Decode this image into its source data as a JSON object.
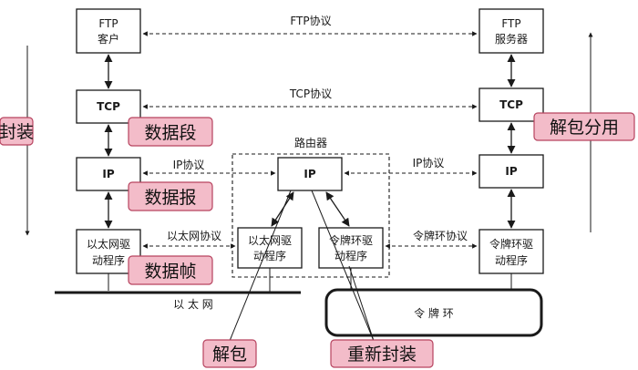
{
  "nodes": {
    "ftp_client": [
      "FTP",
      "客户"
    ],
    "ftp_server": [
      "FTP",
      "服务器"
    ],
    "tcp_left": "TCP",
    "tcp_right": "TCP",
    "ip_left": "IP",
    "ip_router": "IP",
    "ip_right": "IP",
    "eth_driver_left": [
      "以太网驱",
      "动程序"
    ],
    "eth_driver_router": [
      "以太网驱",
      "动程序"
    ],
    "token_driver_router": [
      "令牌环驱",
      "动程序"
    ],
    "token_driver_right": [
      "令牌环驱",
      "动程序"
    ]
  },
  "protocols": {
    "ftp": "FTP协议",
    "tcp": "TCP协议",
    "ip_left": "IP协议",
    "ip_right": "IP协议",
    "ethernet": "以太网协议",
    "token_ring": "令牌环协议"
  },
  "router_label": "路由器",
  "networks": {
    "ethernet": "以 太 网",
    "token_ring": "令 牌 环"
  },
  "annotations": {
    "encapsulate": "封装",
    "decapsulate_demux": "解包分用",
    "segment": "数据段",
    "datagram": "数据报",
    "frame": "数据帧",
    "decapsulate": "解包",
    "re_encapsulate": "重新封装"
  },
  "colors": {
    "tag_fill": "#f3bcc9",
    "tag_border": "#b7435f",
    "line": "#1a1a1a"
  }
}
